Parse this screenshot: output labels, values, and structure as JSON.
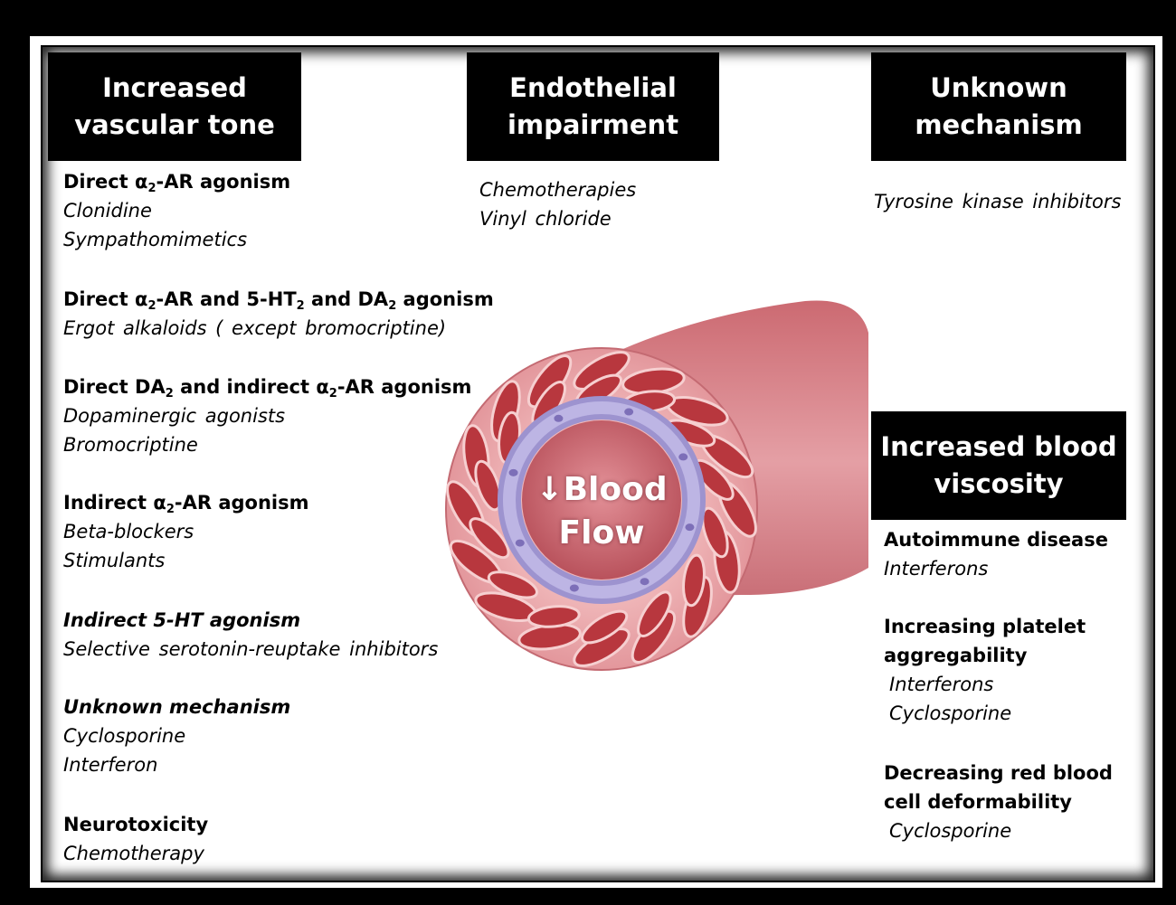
{
  "headers": {
    "vascular_tone": [
      "Increased",
      "vascular tone"
    ],
    "endothelial": [
      "Endothelial",
      "impairment"
    ],
    "unknown": [
      "Unknown",
      "mechanism"
    ],
    "viscosity": [
      "Increased blood",
      "viscosity"
    ]
  },
  "left": {
    "a2_head": [
      "Direct ",
      "α",
      "2",
      "-AR agonism"
    ],
    "a2_items": [
      "Clonidine",
      "Sympathomimetics"
    ],
    "mix_head": [
      "Direct ",
      "α",
      "2",
      "-AR and 5-HT",
      "2",
      " and DA",
      "2",
      " agonism"
    ],
    "mix_items": [
      "Ergot alkaloids ( except bromocriptine)"
    ],
    "da_head": [
      "Direct DA",
      "2",
      " and indirect ",
      "α",
      "2",
      "-AR agonism"
    ],
    "da_items": [
      "Dopaminergic agonists",
      "Bromocriptine"
    ],
    "ind_head": [
      "Indirect ",
      "α",
      "2",
      "-AR agonism"
    ],
    "ind_items": [
      "Beta-blockers",
      "Stimulants"
    ],
    "ht_head": "Indirect 5-HT agonism",
    "ht_items": [
      "Selective serotonin-reuptake inhibitors"
    ],
    "unk_head": "Unknown mechanism",
    "unk_items": [
      "Cyclosporine",
      "Interferon"
    ],
    "neuro_head": "Neurotoxicity",
    "neuro_items": [
      "Chemotherapy"
    ]
  },
  "middle": {
    "items": [
      "Chemotherapies",
      "Vinyl chloride"
    ]
  },
  "right_top": {
    "items": [
      "Tyrosine kinase inhibitors"
    ]
  },
  "viscosity": {
    "auto_head": "Autoimmune disease",
    "auto_items": [
      "Interferons"
    ],
    "plat_head": [
      "Increasing platelet",
      "aggregability"
    ],
    "plat_items": [
      "Interferons",
      "Cyclosporine"
    ],
    "rbc_head": [
      "Decreasing red blood",
      "cell deformability"
    ],
    "rbc_items": [
      "Cyclosporine"
    ]
  },
  "center": {
    "arrow": "↓",
    "line1": "Blood",
    "line2": "Flow"
  },
  "colors": {
    "vessel_outer": "#d9848a",
    "vessel_wall": "#e8a3a5",
    "cell": "#b8373e",
    "endothelium": "#a9a0d6",
    "lumen": "#cf6f77"
  }
}
